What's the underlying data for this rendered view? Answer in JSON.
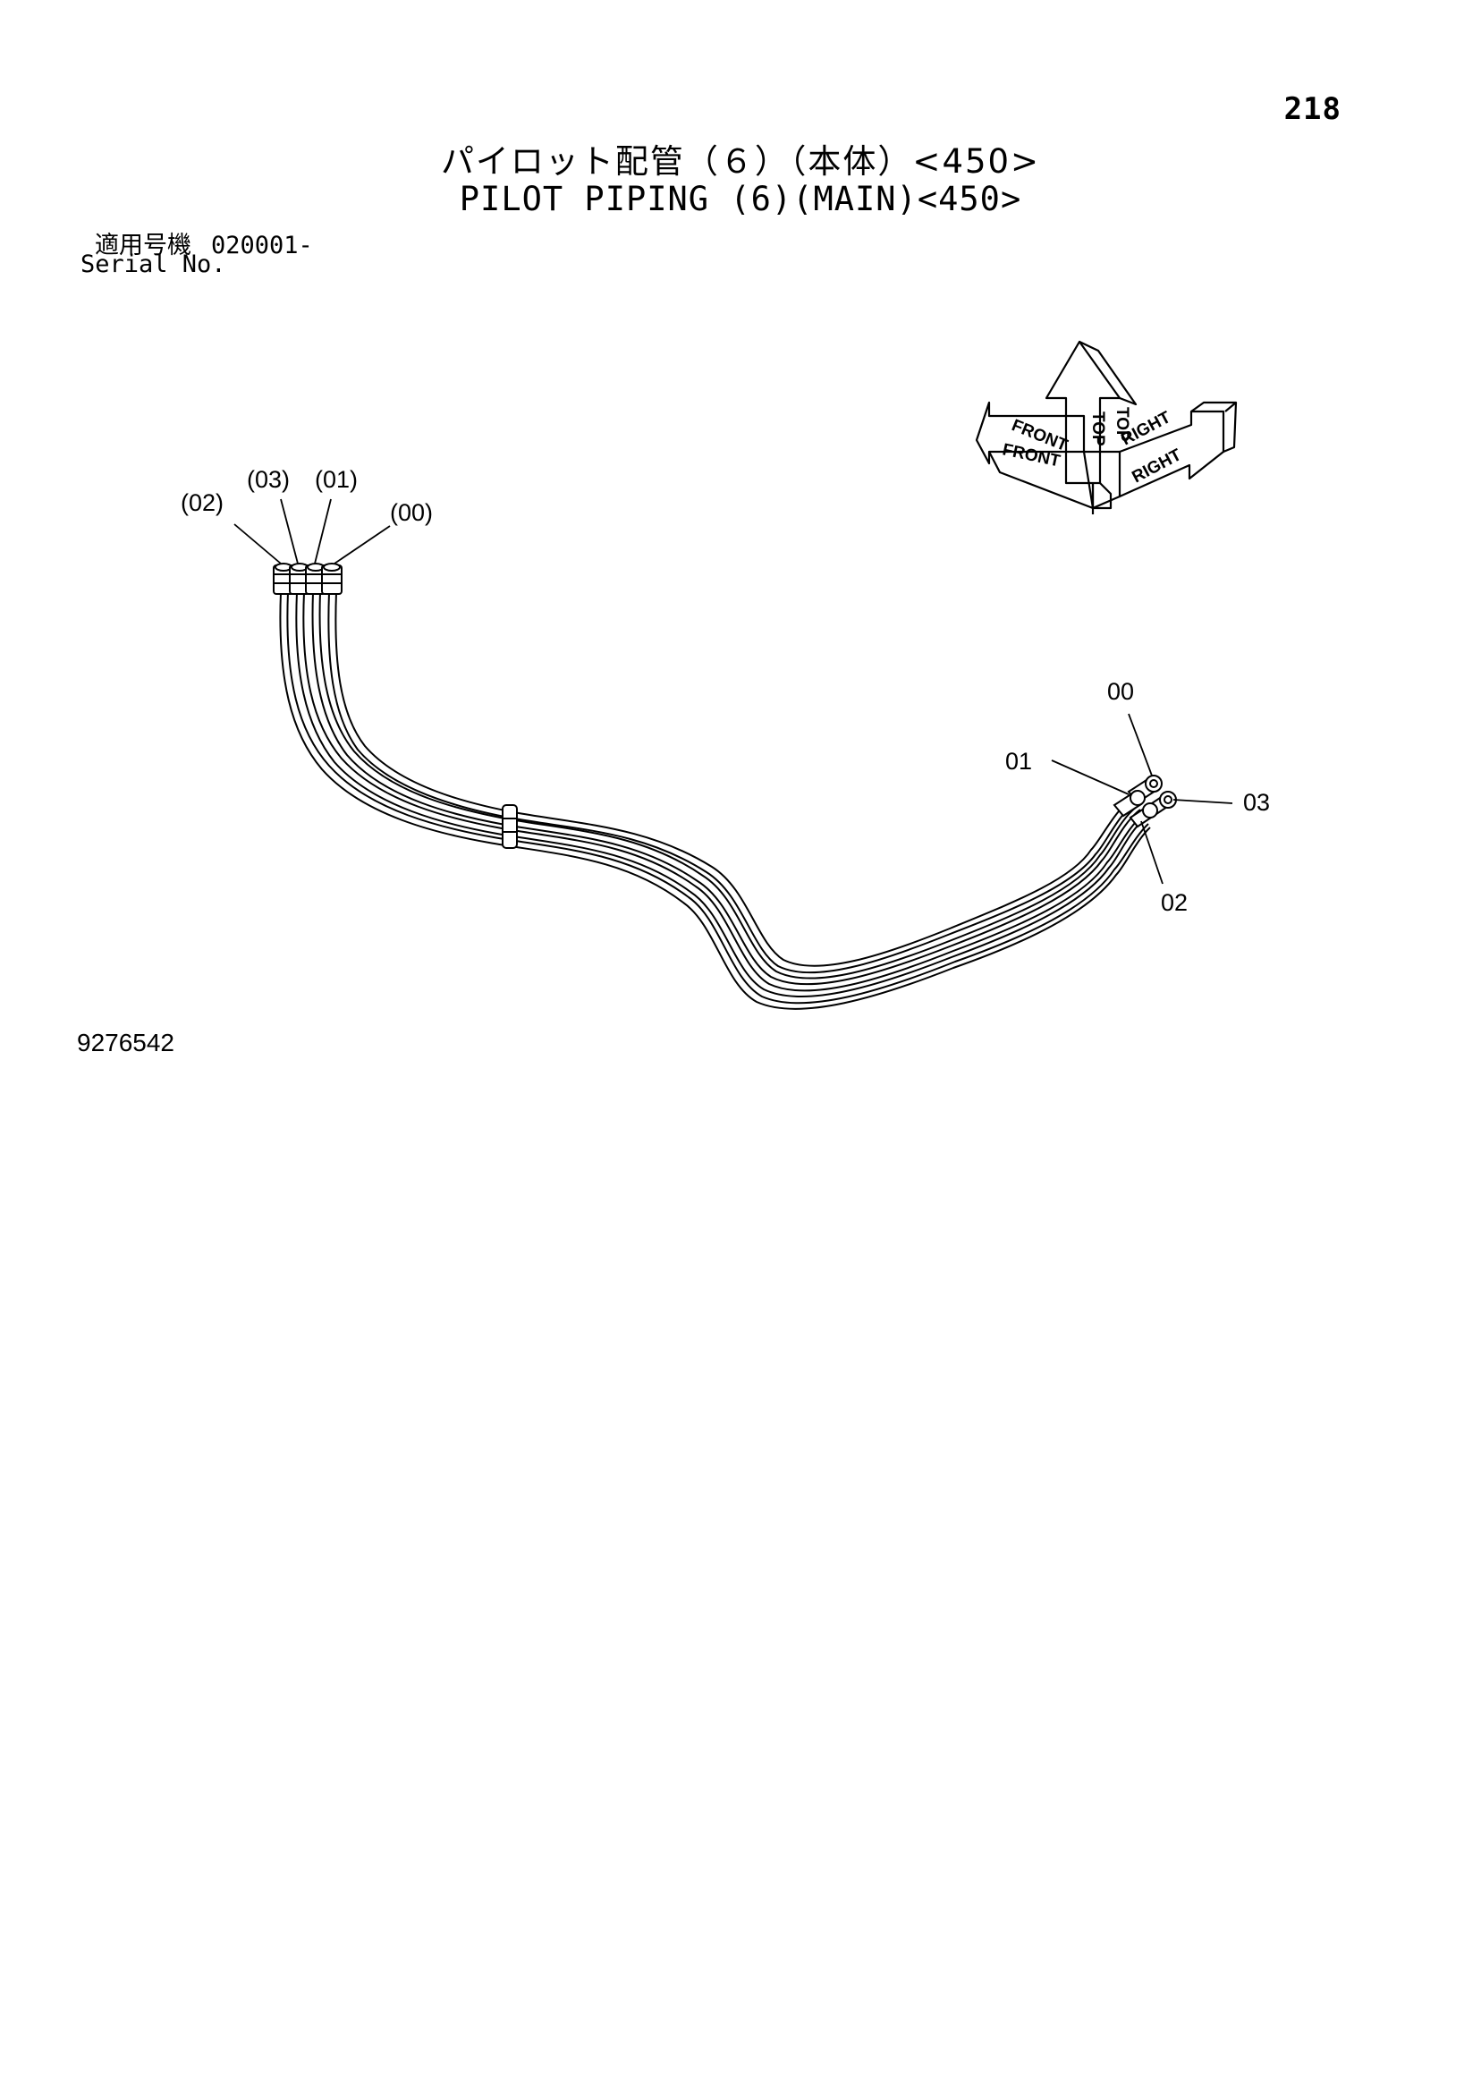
{
  "page_number": "218",
  "title_jp": "パイロット配管（６）（本体）<450>",
  "title_en": "PILOT PIPING (6)(MAIN)<450>",
  "serial": {
    "label_jp": "適用号機",
    "value": "020001-",
    "label_en": "Serial No."
  },
  "orientation": {
    "top": "TOP",
    "front": "FRONT",
    "right": "RIGHT"
  },
  "left_labels": {
    "l02": "(02)",
    "l03": "(03)",
    "l01": "(01)",
    "l00": "(00)"
  },
  "right_labels": {
    "r00": "00",
    "r01": "01",
    "r03": "03",
    "r02": "02"
  },
  "drawing_number": "9276542"
}
